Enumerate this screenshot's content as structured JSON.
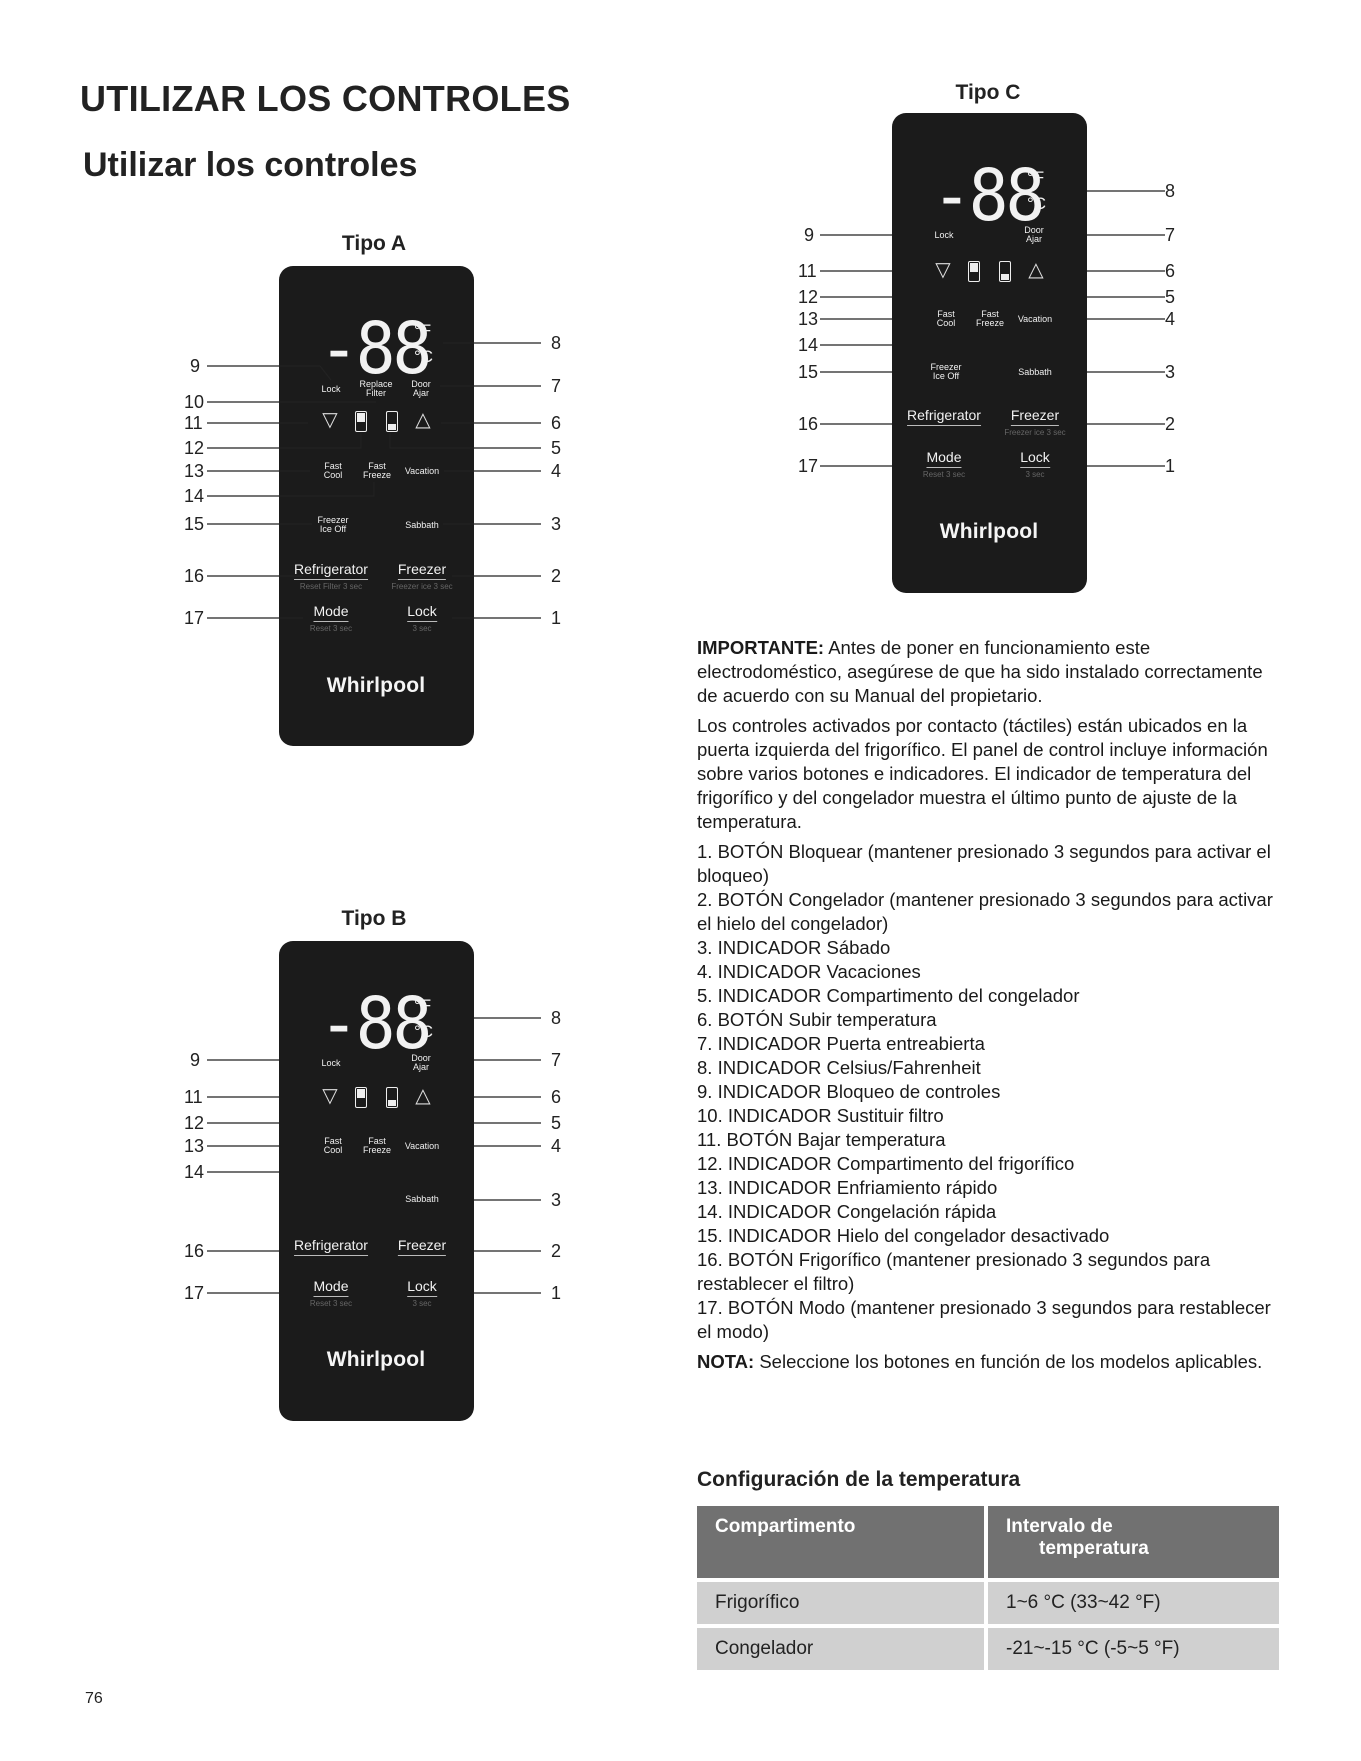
{
  "header": {
    "section_title": "UTILIZAR LOS CONTROLES",
    "subtitle": "Utilizar los controles"
  },
  "panels": {
    "display": "-88",
    "unit_f": "°F",
    "unit_c": "°C",
    "brand": "Whirlpool",
    "type_a": {
      "title": "Tipo A",
      "lock": "Lock",
      "replace_filter": "Replace Filter",
      "door_ajar": "Door Ajar",
      "fast_cool": "Fast Cool",
      "fast_freeze": "Fast Freeze",
      "vacation": "Vacation",
      "freezer_ice_off": "Freezer Ice Off",
      "sabbath": "Sabbath",
      "refrigerator": "Refrigerator",
      "refrigerator_sub": "Reset Filter 3 sec",
      "freezer": "Freezer",
      "freezer_sub": "Freezer ice 3 sec",
      "mode": "Mode",
      "mode_sub": "Reset 3 sec",
      "lock_button": "Lock",
      "lock_sub": "3 sec",
      "callouts_left": [
        "9",
        "10",
        "11",
        "12",
        "13",
        "14",
        "15",
        "16",
        "17"
      ],
      "callouts_right": [
        "8",
        "7",
        "6",
        "5",
        "4",
        "3",
        "2",
        "1"
      ]
    },
    "type_b": {
      "title": "Tipo B",
      "lock": "Lock",
      "door_ajar": "Door Ajar",
      "fast_cool": "Fast Cool",
      "fast_freeze": "Fast Freeze",
      "vacation": "Vacation",
      "sabbath": "Sabbath",
      "refrigerator": "Refrigerator",
      "freezer": "Freezer",
      "mode": "Mode",
      "mode_sub": "Reset 3 sec",
      "lock_button": "Lock",
      "lock_sub": "3 sec",
      "callouts_left": [
        "9",
        "11",
        "12",
        "13",
        "14",
        "16",
        "17"
      ],
      "callouts_right": [
        "8",
        "7",
        "6",
        "5",
        "4",
        "3",
        "2",
        "1"
      ]
    },
    "type_c": {
      "title": "Tipo C",
      "lock": "Lock",
      "door_ajar": "Door Ajar",
      "fast_cool": "Fast Cool",
      "fast_freeze": "Fast Freeze",
      "vacation": "Vacation",
      "freezer_ice_off": "Freezer Ice Off",
      "sabbath": "Sabbath",
      "refrigerator": "Refrigerator",
      "freezer": "Freezer",
      "freezer_sub": "Freezer ice 3 sec",
      "mode": "Mode",
      "mode_sub": "Reset 3 sec",
      "lock_button": "Lock",
      "lock_sub": "3 sec",
      "callouts_left": [
        "9",
        "11",
        "12",
        "13",
        "14",
        "15",
        "16",
        "17"
      ],
      "callouts_right": [
        "8",
        "7",
        "6",
        "5",
        "4",
        "3",
        "2",
        "1"
      ]
    }
  },
  "important": {
    "label": "IMPORTANTE:",
    "text": " Antes de poner en funcionamiento este electrodoméstico, asegúrese de que ha sido instalado correctamente de acuerdo con su Manual del propietario."
  },
  "intro": "Los controles activados por contacto (táctiles) están ubicados en la puerta izquierda del frigorífico. El panel de control incluye información sobre varios botones e indicadores. El indicador de temperatura del frigorífico y del congelador muestra el último punto de ajuste de la temperatura.",
  "items": [
    "1.   BOTÓN Bloquear (mantener presionado 3 segundos para activar el bloqueo)",
    "2.   BOTÓN Congelador (mantener presionado 3 segundos para activar el hielo del congelador)",
    "3.   INDICADOR Sábado",
    "4.   INDICADOR Vacaciones",
    "5.   INDICADOR Compartimento del congelador",
    "6.   BOTÓN Subir temperatura",
    "7.   INDICADOR Puerta entreabierta",
    "8.   INDICADOR Celsius/Fahrenheit",
    "9.   INDICADOR Bloqueo de controles",
    "10. INDICADOR Sustituir filtro",
    "11. BOTÓN Bajar temperatura",
    "12. INDICADOR Compartimento del frigorífico",
    "13. INDICADOR Enfriamiento rápido",
    "14. INDICADOR Congelación rápida",
    "15. INDICADOR Hielo del congelador desactivado",
    "16. BOTÓN Frigorífico (mantener presionado 3 segundos para restablecer el filtro)",
    "17. BOTÓN Modo (mantener presionado 3 segundos para restablecer el modo)"
  ],
  "note": {
    "label": "NOTA:",
    "text": " Seleccione los botones en función de los modelos aplicables."
  },
  "temperature": {
    "heading": "Configuración de la temperatura",
    "col1": "Compartimento",
    "col2_line1": "Intervalo de",
    "col2_line2": "temperatura",
    "rows": [
      {
        "compartment": "Frigorífico",
        "range": "1~6 °C (33~42 °F)"
      },
      {
        "compartment": "Congelador",
        "range": "-21~-15 °C (-5~5 °F)"
      }
    ]
  },
  "page_number": "76"
}
